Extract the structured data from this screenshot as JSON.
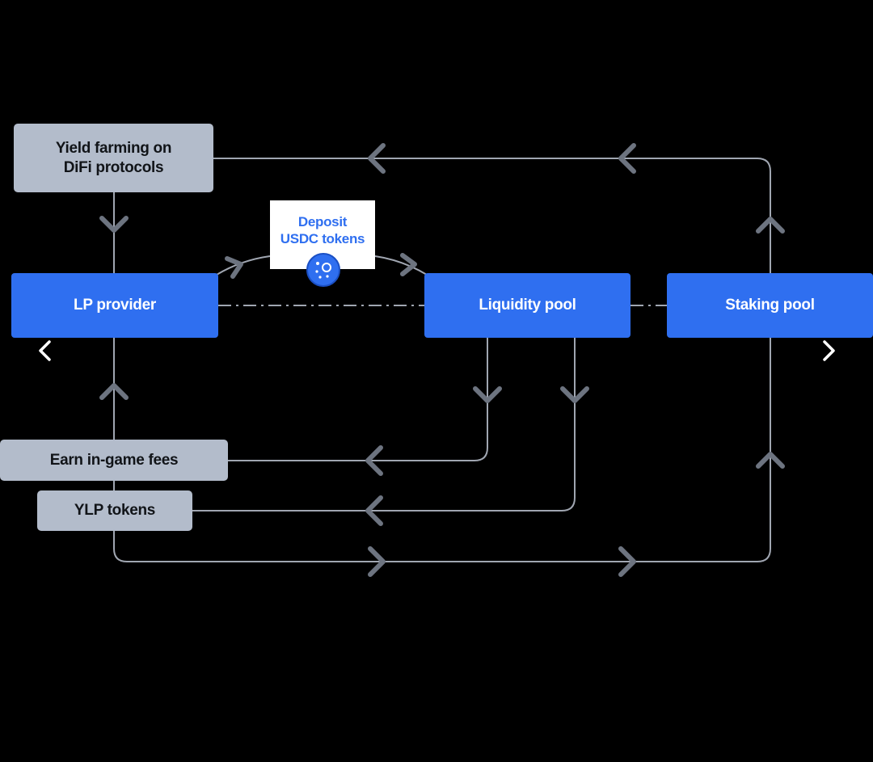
{
  "diagram": {
    "nodes": {
      "yield_farming": "Yield farming on\nDiFi protocols",
      "lp_provider": "LP provider",
      "liquidity_pool": "Liquidity pool",
      "staking_pool": "Staking pool",
      "earn_fees": "Earn in-game fees",
      "ylp_tokens": "YLP tokens",
      "deposit": "Deposit\nUSDC tokens"
    },
    "icons": {
      "token_badge": "usdc-token-icon",
      "nav_previous": "chevron-left-icon",
      "nav_next": "chevron-right-icon"
    },
    "colors": {
      "background": "#000000",
      "primary_node": "#2f6ff0",
      "secondary_node": "#b3bccb",
      "connector": "#a0a6b1",
      "arrowhead": "#6d7480",
      "label_text_blue": "#2f6ff0"
    }
  }
}
